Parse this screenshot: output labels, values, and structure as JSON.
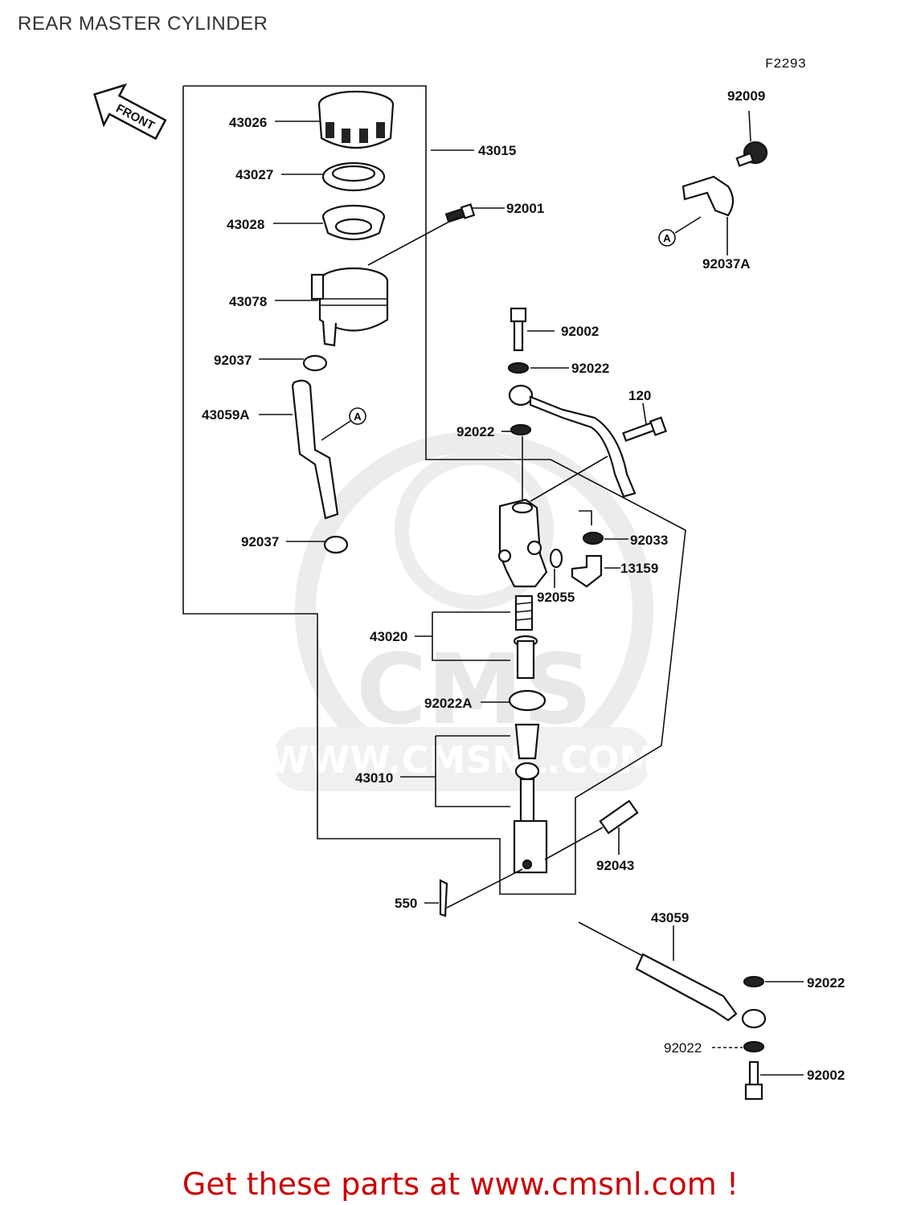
{
  "page": {
    "title": "REAR MASTER CYLINDER",
    "figure_code": "F2293",
    "front_label": "FRONT",
    "callout_marker": "A",
    "footer": "Get these parts at www.cmsnl.com !"
  },
  "watermark": {
    "brand": "CMS",
    "url": "WWW.CMSNL.COM"
  },
  "parts": [
    {
      "number": "43026"
    },
    {
      "number": "43027"
    },
    {
      "number": "43028"
    },
    {
      "number": "43078"
    },
    {
      "number": "92037"
    },
    {
      "number": "43059A"
    },
    {
      "number": "92037"
    },
    {
      "number": "43015"
    },
    {
      "number": "92001"
    },
    {
      "number": "92009"
    },
    {
      "number": "92037A"
    },
    {
      "number": "92002"
    },
    {
      "number": "92022"
    },
    {
      "number": "120"
    },
    {
      "number": "92022"
    },
    {
      "number": "92033"
    },
    {
      "number": "13159"
    },
    {
      "number": "92055"
    },
    {
      "number": "43020"
    },
    {
      "number": "92022A"
    },
    {
      "number": "43010"
    },
    {
      "number": "92043"
    },
    {
      "number": "550"
    },
    {
      "number": "43059"
    },
    {
      "number": "92022"
    },
    {
      "number": "92022"
    },
    {
      "number": "92002"
    }
  ]
}
